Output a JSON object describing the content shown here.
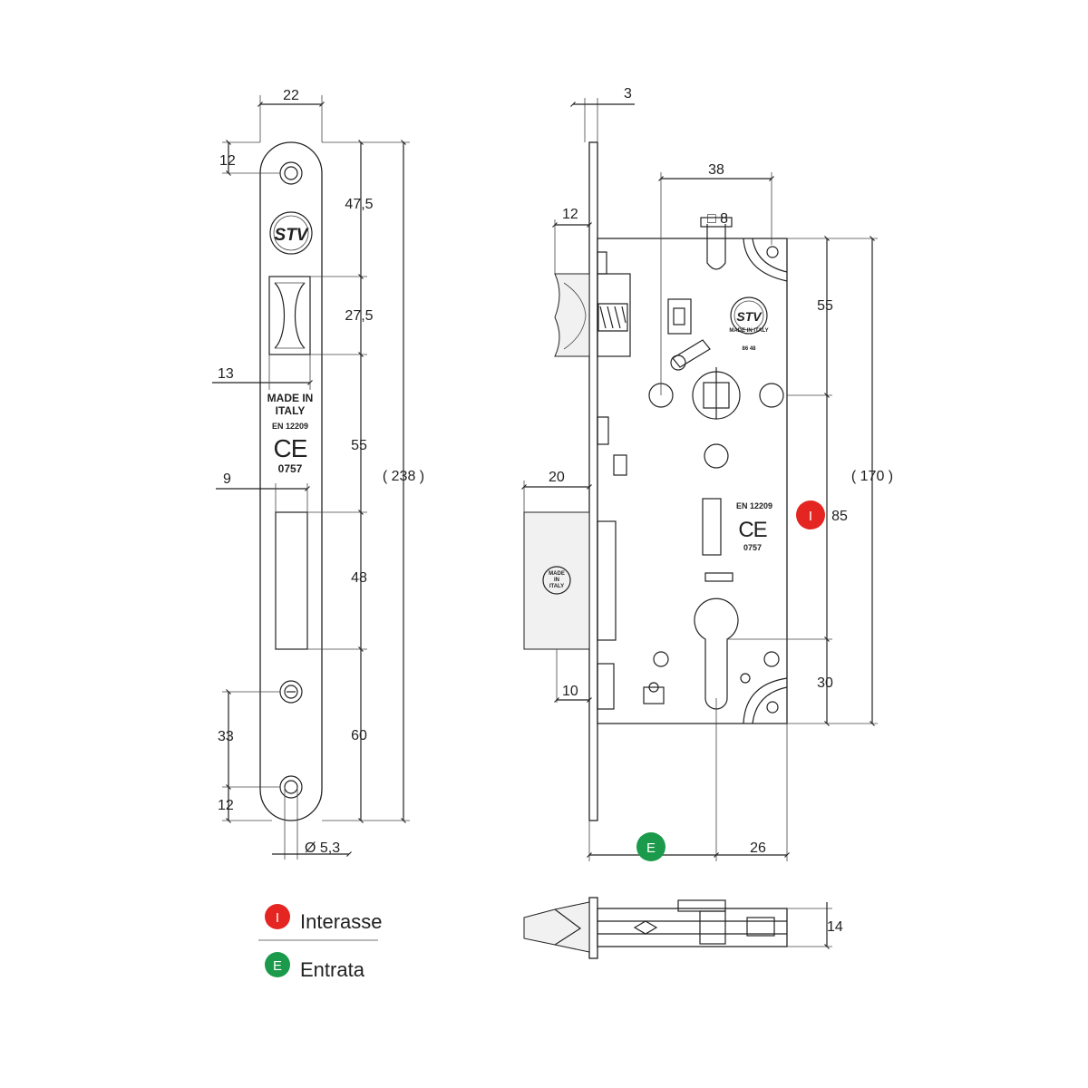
{
  "faceplate": {
    "dims": {
      "width": "22",
      "top_margin": "12",
      "to_latch": "47,5",
      "latch_height": "27,5",
      "latch_width": "13",
      "to_bolt": "55",
      "bolt_width": "9",
      "bolt_height": "48",
      "to_screw": "60",
      "screw_to_hole": "33",
      "bottom_margin": "12",
      "total": "( 238 )",
      "hole_diameter": "Ø 5,3"
    },
    "stamp": {
      "logo": "STV",
      "made_in_line1": "MADE IN",
      "made_in_line2": "ITALY",
      "norm": "EN 12209",
      "ce": "CE",
      "notified_body": "0757"
    }
  },
  "side_view": {
    "dims": {
      "plate_thickness": "3",
      "spindle_to_corner": "38",
      "square_size": "□ 8",
      "latch_projection": "12",
      "top_to_spindle": "55",
      "bolt_projection": "20",
      "backset_projection": "10",
      "centre_distance": "85",
      "spindle_to_cylinder_edge": "30",
      "body_height": "( 170 )",
      "entrance": "E",
      "cylinder_to_back": "26"
    },
    "stamp": {
      "norm": "EN 12209",
      "ce": "CE",
      "notified_body": "0757",
      "hub_logo": "STV",
      "hub_made_in": "MADE IN ITALY",
      "hub_code": "86 48",
      "bolt_made": "MADE",
      "bolt_in": "IN",
      "bolt_italy": "ITALY"
    },
    "interasse_badge": "I"
  },
  "top_view": {
    "dims": {
      "depth": "14"
    }
  },
  "legend": {
    "items": [
      {
        "letter": "I",
        "label": "Interasse",
        "color": "#e52521"
      },
      {
        "letter": "E",
        "label": "Entrata",
        "color": "#1a9a4a"
      }
    ]
  },
  "colors": {
    "interasse": "#e52521",
    "entrata": "#1a9a4a",
    "line": "#222222"
  }
}
